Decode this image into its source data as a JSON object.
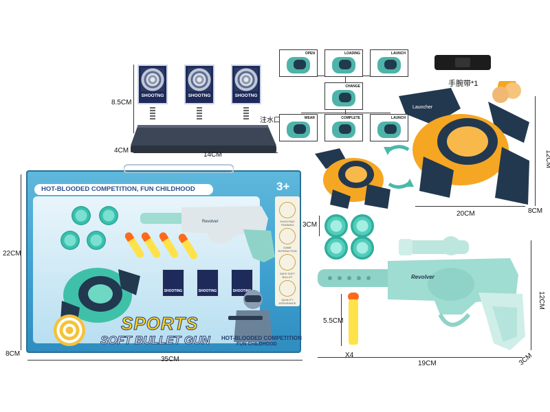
{
  "target_stand": {
    "card_label": "SHOOTNG",
    "water_inlet_label": "注水口",
    "height_label": "8.5CM",
    "width_label": "14CM",
    "depth_label": "4CM"
  },
  "steps": [
    {
      "label": "OPEN"
    },
    {
      "label": "LOADING"
    },
    {
      "label": "LAUNCH"
    },
    {
      "label": "CHANGE"
    },
    {
      "label": "WEAR"
    },
    {
      "label": "COMPLETE"
    },
    {
      "label": "LAUNCH"
    }
  ],
  "wristband": {
    "label": "手腕带*1"
  },
  "wrist_launcher": {
    "brand_text": "Launcher",
    "width_label": "20CM",
    "height_label": "12CM",
    "depth_label": "8CM"
  },
  "discs": {
    "size_label": "3CM"
  },
  "box": {
    "banner_text": "HOT-BLOODED COMPETITION, FUN CHILDHOOD",
    "age_label": "3+",
    "title_line1": "SPORTS",
    "title_line2": "SOFT BULLET GUN",
    "subtitle_line1": "HOT-BLOODED COMPETITION",
    "subtitle_line2": "FUN CHILDHOOD",
    "height_label": "22CM",
    "width_label": "35CM",
    "depth_label": "8CM",
    "mini_card_label": "SHOOTING",
    "gun_text": "Revolver",
    "side_features": [
      "SHOOTING TRAINING",
      "GAME INTERACTION",
      "SAFE SOFT BULLET",
      "QUALITY ASSURANCE"
    ]
  },
  "revolver": {
    "engraving": "Revolver",
    "length_label": "19CM",
    "height_label": "12CM",
    "depth_label": "3CM"
  },
  "dart": {
    "length_label": "5.5CM",
    "count_label": "X4"
  },
  "colors": {
    "teal": "#8fd3c8",
    "orange": "#f5a623",
    "navy": "#22384f",
    "box_blue": "#4aa8d6",
    "dart_yellow": "#ffe24a",
    "dart_orange": "#ff6a1a"
  }
}
